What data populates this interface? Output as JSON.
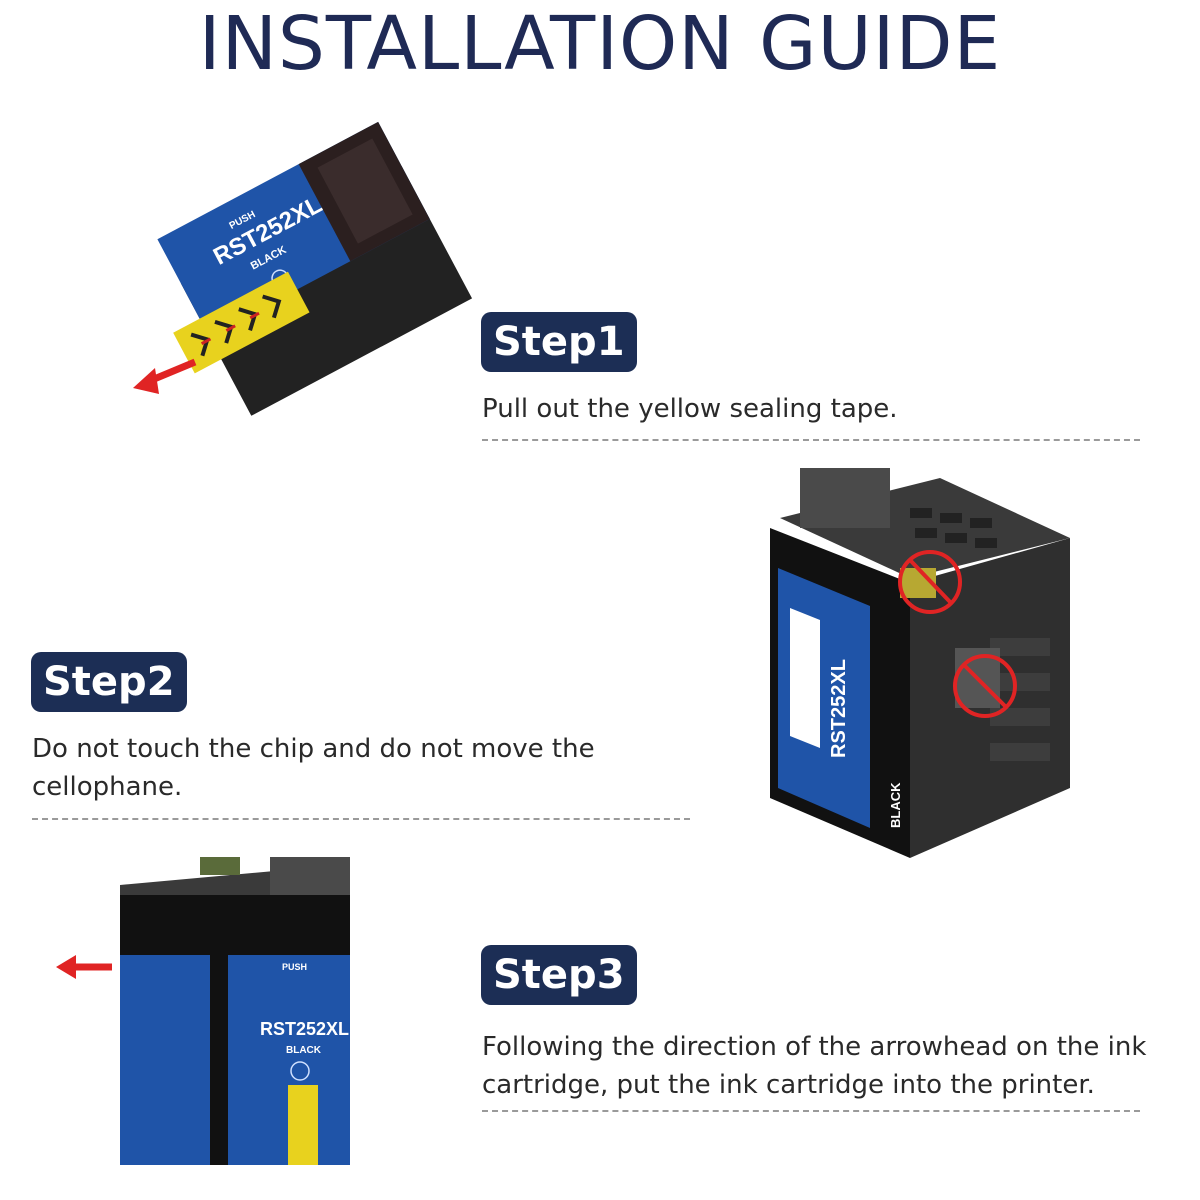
{
  "title": "INSTALLATION GUIDE",
  "steps": [
    {
      "label": "Step1",
      "text": "Pull out the yellow sealing tape."
    },
    {
      "label": "Step2",
      "text": "Do not touch the chip and do not move the cellophane."
    },
    {
      "label": "Step3",
      "text": "Following the direction of the arrowhead on the ink cartridge, put the ink cartridge into the printer."
    }
  ],
  "cartridge": {
    "model": "RST252XL",
    "color_label": "BLACK",
    "push_label": "PUSH"
  },
  "colors": {
    "navy": "#1c2e55",
    "cartridge_blue": "#1f54a8",
    "tape_yellow": "#e8d21e",
    "arrow_red": "#e02424"
  },
  "icons": [
    "cartridge-illustration",
    "red-arrow-icon",
    "no-touch-icon",
    "recycle-icon"
  ]
}
